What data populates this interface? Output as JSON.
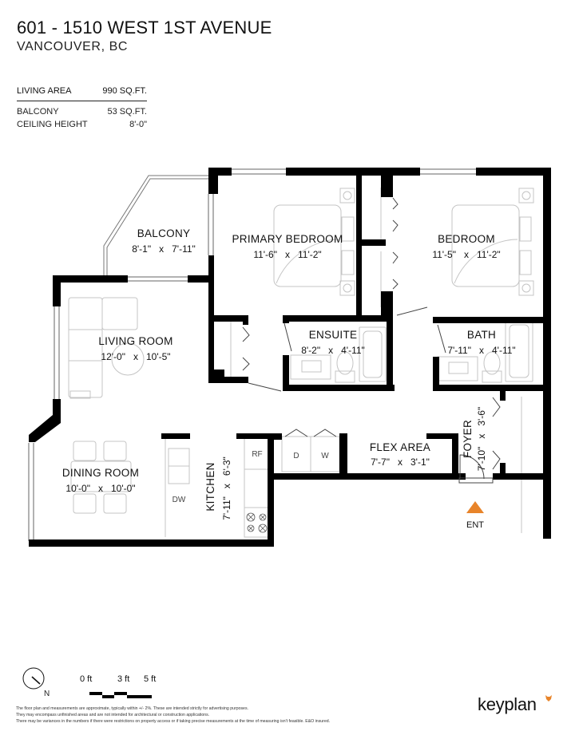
{
  "header": {
    "address": "601 - 1510 WEST 1ST AVENUE",
    "city": "VANCOUVER, BC"
  },
  "stats": {
    "living_area": {
      "label": "LIVING AREA",
      "value": "990 SQ.FT."
    },
    "balcony": {
      "label": "BALCONY",
      "value": "53 SQ.FT."
    },
    "ceiling_height": {
      "label": "CEILING HEIGHT",
      "value": "8'-0\""
    }
  },
  "rooms": {
    "balcony": {
      "name": "BALCONY",
      "dims": "8'-1\"   x   7'-11\""
    },
    "primary_bedroom": {
      "name": "PRIMARY BEDROOM",
      "dims": "11'-6\"   x   11'-2\""
    },
    "bedroom": {
      "name": "BEDROOM",
      "dims": "11'-5\"   x   11'-2\""
    },
    "living_room": {
      "name": "LIVING ROOM",
      "dims": "12'-0\"   x   10'-5\""
    },
    "ensuite": {
      "name": "ENSUITE",
      "dims": "8'-2\"   x   4'-11\""
    },
    "bath": {
      "name": "BATH",
      "dims": "7'-11\"   x   4'-11\""
    },
    "dining_room": {
      "name": "DINING ROOM",
      "dims": "10'-0\"   x   10'-0\""
    },
    "kitchen": {
      "name": "KITCHEN",
      "dims": "7'-11\"   x   6'-3\""
    },
    "flex_area": {
      "name": "FLEX AREA",
      "dims": "7'-7\"   x   3'-1\""
    },
    "foyer": {
      "name": "FOYER",
      "dims": "7'-10\"   x   3'-6\""
    }
  },
  "fixtures": {
    "refrigerator": "RF",
    "dishwasher": "DW",
    "dryer": "D",
    "washer": "W"
  },
  "entrance": {
    "label": "ENT",
    "color": "#e8842a"
  },
  "compass": {
    "label": "N"
  },
  "scale": {
    "labels": [
      "0 ft",
      "3 ft",
      "5 ft"
    ]
  },
  "disclaimer": [
    "The floor plan and measurements are approximate, typically within +/- 2%. These are intended strictly for advertising purposes.",
    "They may encompass unfinished areas and are not intended for architectural or construction applications.",
    "There may be variances in the numbers if there were restrictions on property access or if taking precise measurements at the time of measuring isn't feasible. E&O insured."
  ],
  "brand": {
    "name": "keyplan",
    "accent": "#e8842a"
  },
  "colors": {
    "wall": "#000000",
    "fixture": "#bdbdbd",
    "line": "#555555"
  }
}
